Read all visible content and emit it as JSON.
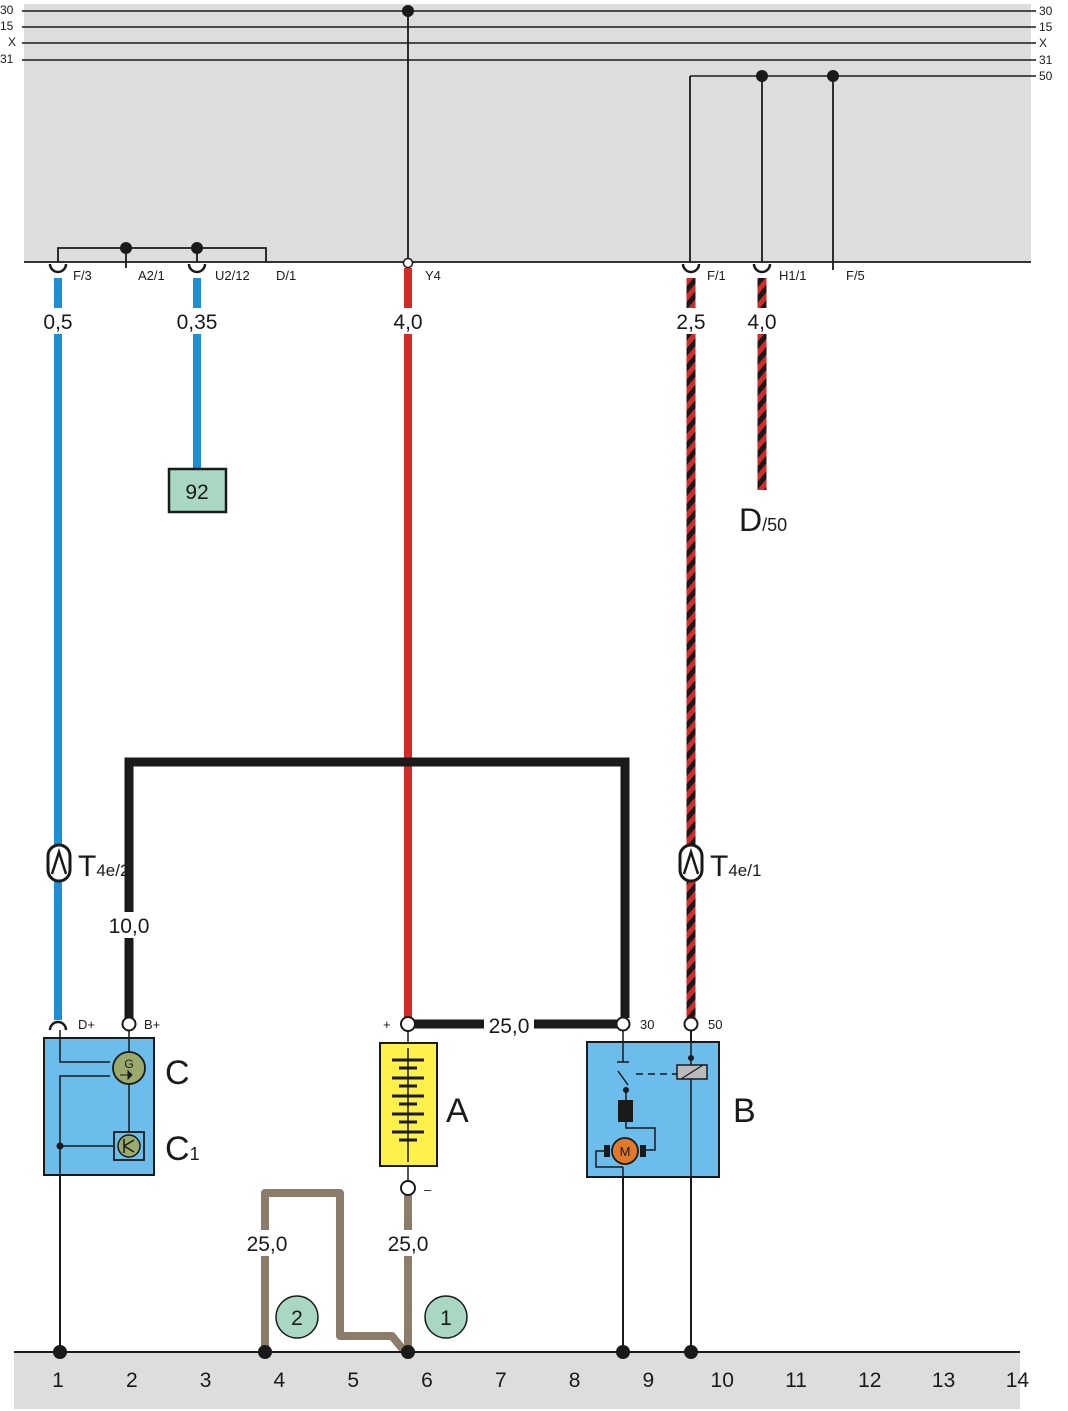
{
  "rails": [
    {
      "left": "30",
      "right": "30"
    },
    {
      "left": "15",
      "right": "15"
    },
    {
      "left": "X",
      "right": "X"
    },
    {
      "left": "31",
      "right": "31"
    },
    {
      "left": "",
      "right": "50"
    }
  ],
  "connectors": {
    "f3": "F/3",
    "a21": "A2/1",
    "u212": "U2/12",
    "d1": "D/1",
    "y4": "Y4",
    "f1": "F/1",
    "h11": "H1/1",
    "f5": "F/5"
  },
  "wire_sizes": {
    "f3": "0,5",
    "u212": "0,35",
    "y4": "4,0",
    "f1": "2,5",
    "h11": "4,0",
    "bplus": "10,0",
    "battery_starter": "25,0",
    "ground_left": "25,0",
    "ground_right": "25,0"
  },
  "refs": {
    "box92": "92",
    "d50_main": "D",
    "d50_sub": "/50"
  },
  "terminals": {
    "dplus": "D+",
    "bplus": "B+",
    "bat_plus": "+",
    "bat_minus": "–",
    "t30": "30",
    "t50": "50"
  },
  "plugs": {
    "t4e2_main": "T",
    "t4e2_sub": "4e/2",
    "t4e1_main": "T",
    "t4e1_sub": "4e/1"
  },
  "components": {
    "c": "C",
    "c1_main": "C",
    "c1_sub": "1",
    "a": "A",
    "b": "B",
    "gen_symbol": "G",
    "motor_symbol": "M"
  },
  "ground_points": {
    "p1": "1",
    "p2": "2"
  },
  "columns": [
    "1",
    "2",
    "3",
    "4",
    "5",
    "6",
    "7",
    "8",
    "9",
    "10",
    "11",
    "12",
    "13",
    "14"
  ],
  "colors": {
    "panel": "#dddddd",
    "blue_wire": "#1e8fd5",
    "red_wire": "#d42a2a",
    "black_wire": "#1a1a1a",
    "brown_wire": "#8b7d6a",
    "component_blue": "#6cbcec",
    "battery_yellow": "#fff04a",
    "box_green": "#a8d8c4",
    "motor_orange": "#e07a2a",
    "gen_green": "#9aaa6c"
  }
}
